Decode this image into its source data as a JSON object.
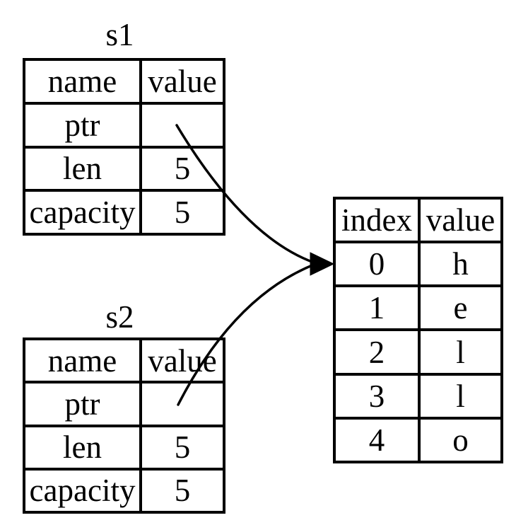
{
  "diagram": {
    "background_color": "#ffffff",
    "line_color": "#000000",
    "s1": {
      "title": "s1",
      "headers": [
        "name",
        "value"
      ],
      "rows": [
        [
          "ptr",
          ""
        ],
        [
          "len",
          "5"
        ],
        [
          "capacity",
          "5"
        ]
      ]
    },
    "s2": {
      "title": "s2",
      "headers": [
        "name",
        "value"
      ],
      "rows": [
        [
          "ptr",
          ""
        ],
        [
          "len",
          "5"
        ],
        [
          "capacity",
          "5"
        ]
      ]
    },
    "heap": {
      "headers": [
        "index",
        "value"
      ],
      "rows": [
        [
          "0",
          "h"
        ],
        [
          "1",
          "e"
        ],
        [
          "2",
          "l"
        ],
        [
          "3",
          "l"
        ],
        [
          "4",
          "o"
        ]
      ]
    }
  }
}
